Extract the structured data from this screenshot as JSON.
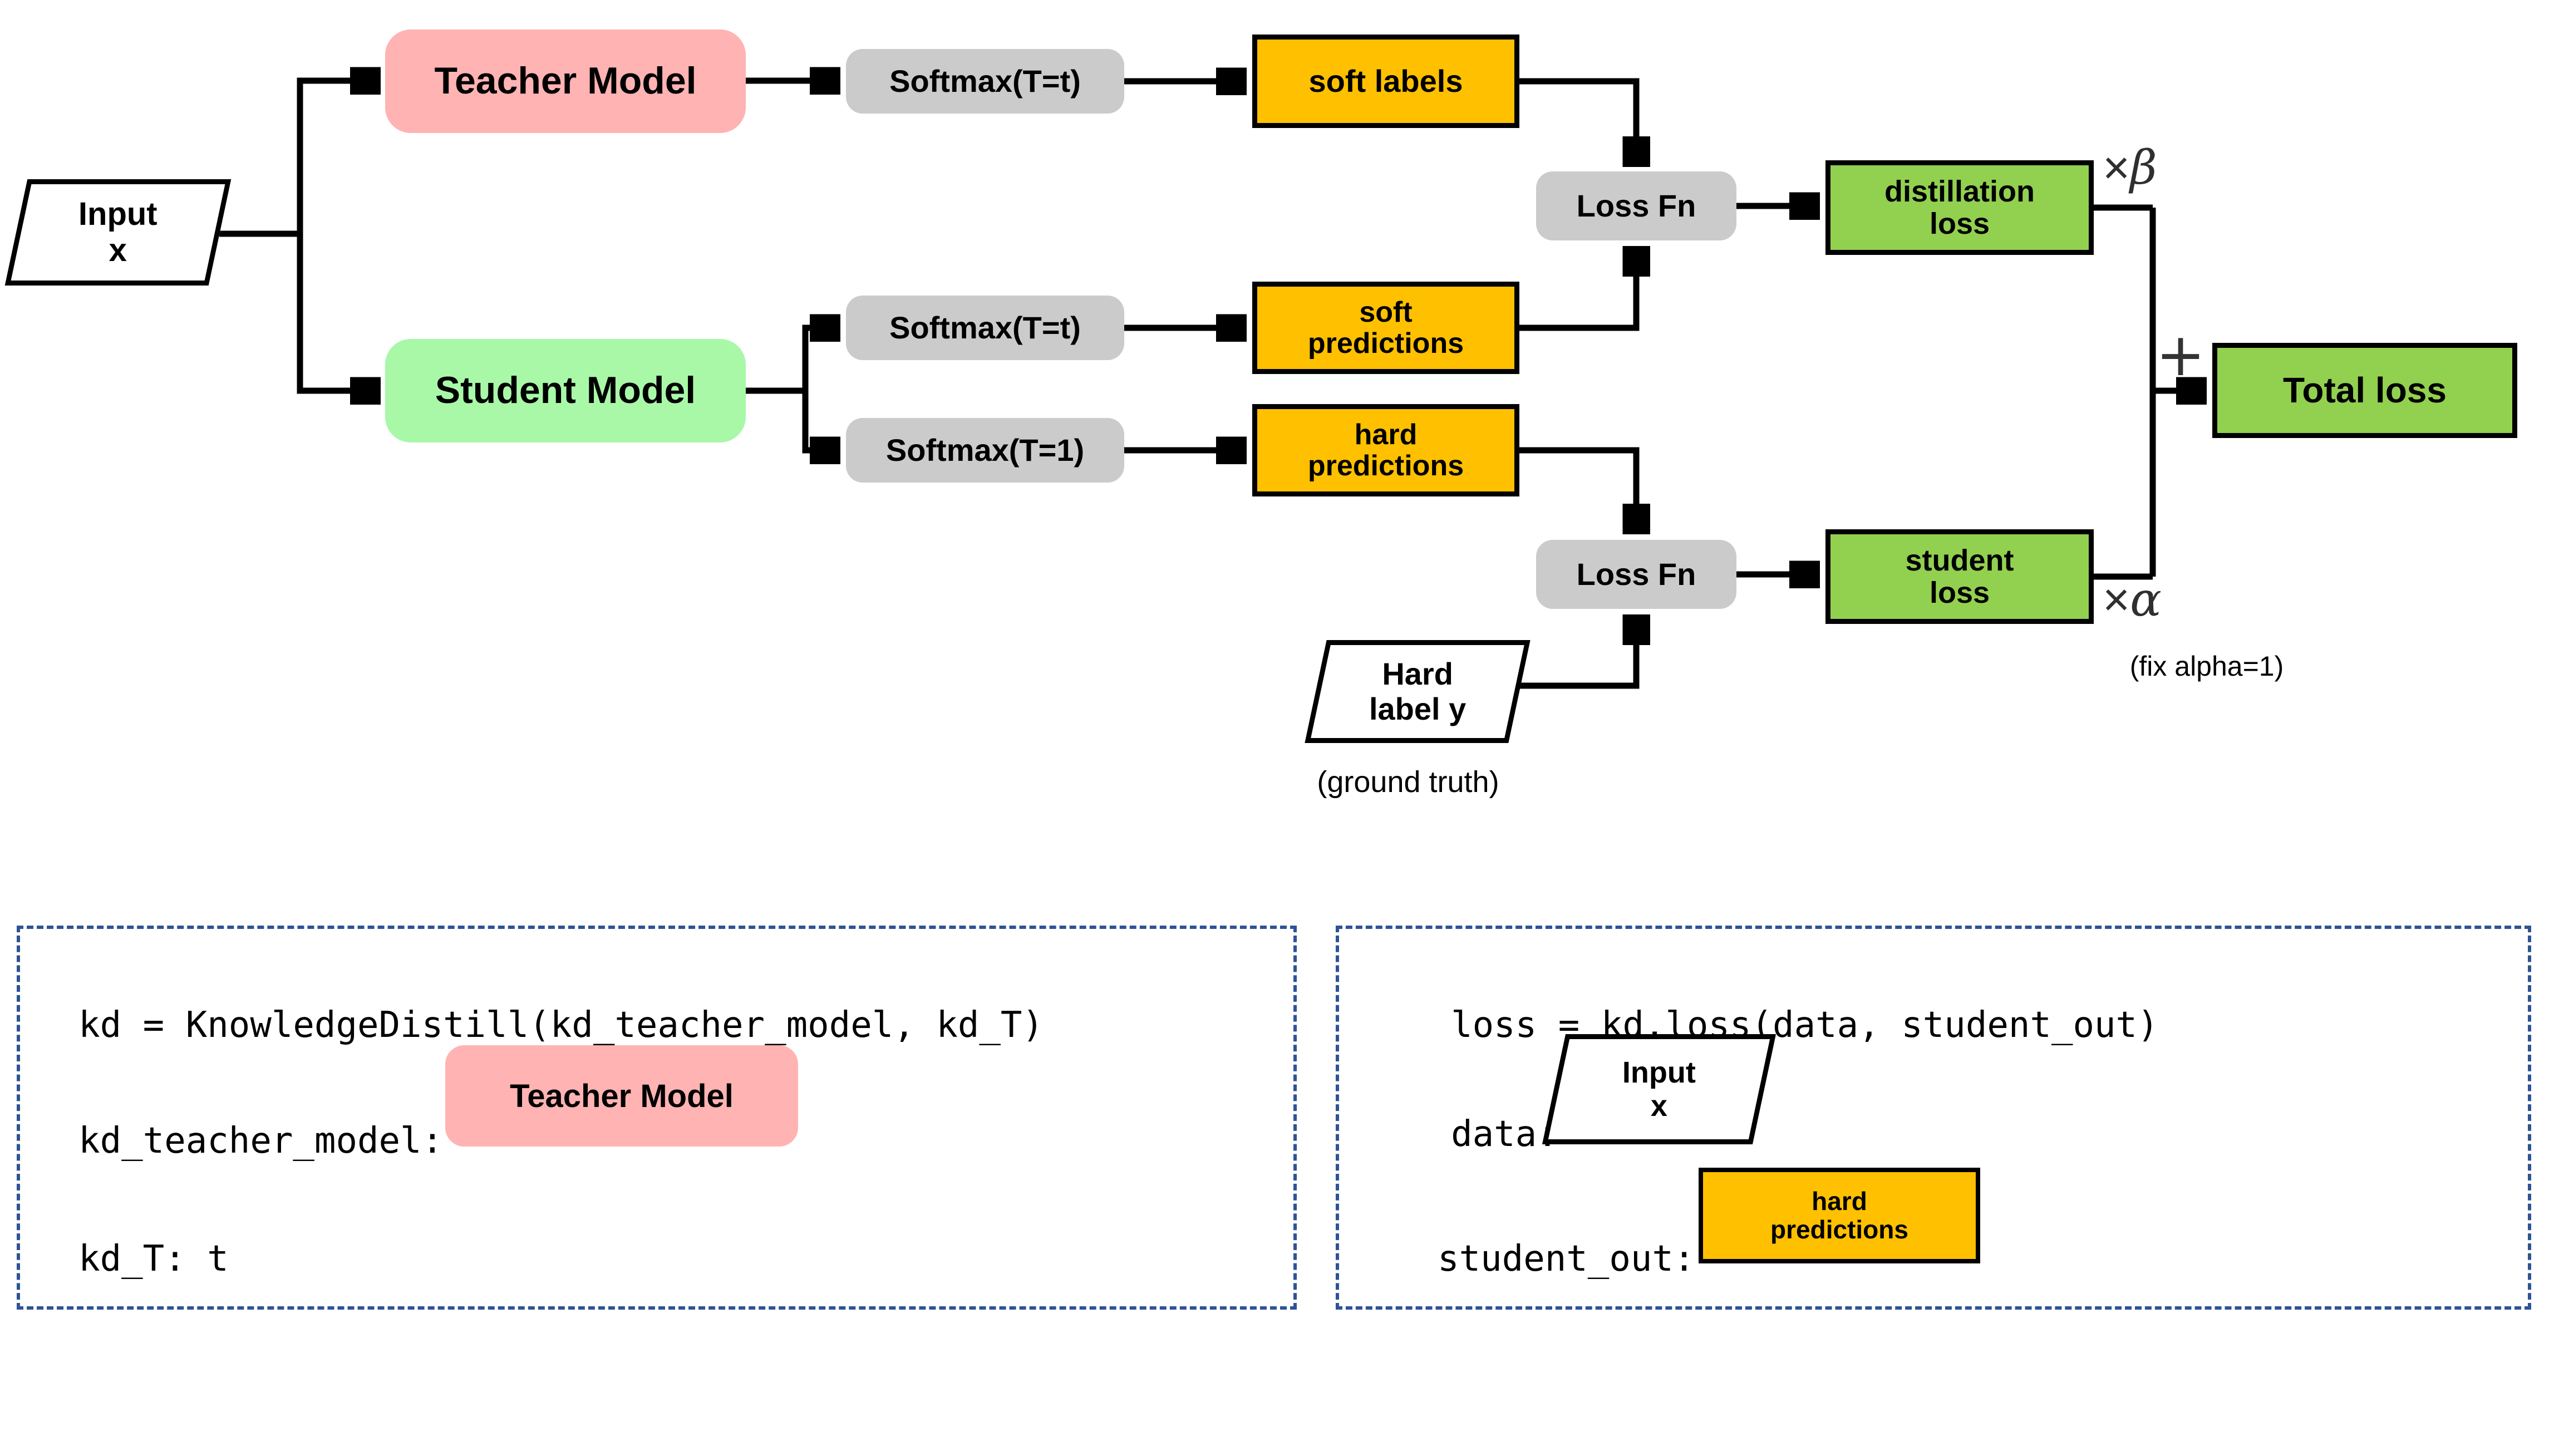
{
  "diagram": {
    "input_box": {
      "line1": "Input",
      "line2": "x"
    },
    "teacher_model": {
      "label": "Teacher Model"
    },
    "student_model": {
      "label": "Student Model"
    },
    "softmax_teacher": {
      "label": "Softmax(T=t)"
    },
    "softmax_soft": {
      "label": "Softmax(T=t)"
    },
    "softmax_hard": {
      "label": "Softmax(T=1)"
    },
    "soft_labels": {
      "label": "soft labels"
    },
    "soft_predictions": {
      "line1": "soft",
      "line2": "predictions"
    },
    "hard_predictions": {
      "line1": "hard",
      "line2": "predictions"
    },
    "loss_fn_top": {
      "label": "Loss Fn"
    },
    "loss_fn_bottom": {
      "label": "Loss Fn"
    },
    "distillation_loss": {
      "line1": "distillation",
      "line2": "loss"
    },
    "student_loss": {
      "line1": "student",
      "line2": "loss"
    },
    "total_loss": {
      "label": "Total loss"
    },
    "hard_label": {
      "line1": "Hard",
      "line2": "label y"
    },
    "ground_truth_note": "(ground truth)",
    "multiply_beta": {
      "times": "×",
      "symbol": "β"
    },
    "multiply_alpha": {
      "times": "×",
      "symbol": "α"
    },
    "plus_sign": "+",
    "fix_alpha_note": "(fix alpha=1)"
  },
  "code_left": {
    "line1": "kd = KnowledgeDistill(kd_teacher_model, kd_T)",
    "param_teacher_label": "kd_teacher_model:",
    "teacher_chip": "Teacher Model",
    "param_t": "kd_T: t"
  },
  "code_right": {
    "line1": "loss = kd.loss(data, student_out)",
    "param_data_label": "data:",
    "data_chip": {
      "line1": "Input",
      "line2": "x"
    },
    "param_student_out_label": "student_out:",
    "student_out_chip": {
      "line1": "hard",
      "line2": "predictions"
    }
  },
  "colors": {
    "teacher_pink": "#ffb3b3",
    "student_green": "#a8f8a8",
    "process_gray": "#cbcbcb",
    "artifact_orange": "#ffc000",
    "loss_green": "#92d050",
    "dashed_border_blue": "#2e5395",
    "connector_black": "#000000"
  }
}
